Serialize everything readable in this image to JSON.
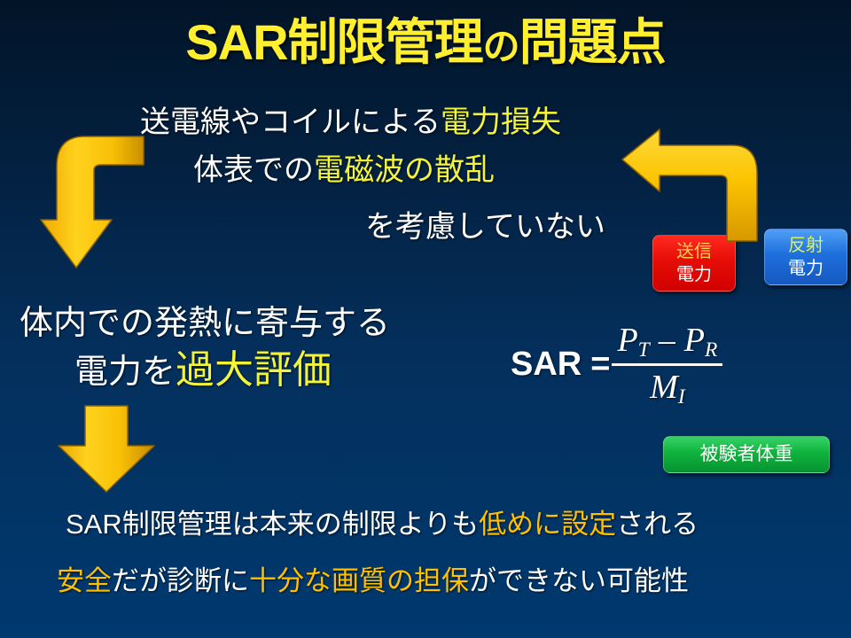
{
  "slide": {
    "title_main": "SAR制限管理",
    "title_particle": "の",
    "title_tail": "問題点",
    "background_top": "#021428",
    "background_bottom": "#00396f",
    "accent_yellow": "#f4f43a",
    "accent_gold": "#ffc000",
    "title_color": "#ffef2e"
  },
  "upper_block": {
    "line1_a": "送電線やコイルによる",
    "line1_b": "電力損失",
    "line2_a": "体表での",
    "line2_b": "電磁波の散乱",
    "line3": "を考慮していない"
  },
  "middle_block": {
    "line1": "体内での発熱に寄与する",
    "line2_a": "電力を",
    "line2_b": "過大評価"
  },
  "bottom_block": {
    "line1_a": "SAR制限管理は本来の制限よりも",
    "line1_b": "低めに設定",
    "line1_c": "される",
    "line2_a": "安全",
    "line2_b": "だが診断に",
    "line2_c": "十分な画質の担保",
    "line2_d": "ができない可能性"
  },
  "badges": {
    "transmit": {
      "top": "送信",
      "bottom": "電力",
      "color": "#e60d06"
    },
    "reflect": {
      "top": "反射",
      "bottom": "電力",
      "color": "#1e6fdd"
    },
    "mass": {
      "label": "被験者体重",
      "color": "#10b23e"
    }
  },
  "formula": {
    "lhs": "SAR",
    "equals": "=",
    "numerator_left_base": "P",
    "numerator_left_sub": "T",
    "minus": "–",
    "numerator_right_base": "P",
    "numerator_right_sub": "R",
    "denominator_base": "M",
    "denominator_sub": "I"
  },
  "arrows": {
    "left_elbow": "elbow-arrow-down",
    "right_elbow": "elbow-arrow-left",
    "down": "arrow-down",
    "color": "#ffc20a"
  }
}
